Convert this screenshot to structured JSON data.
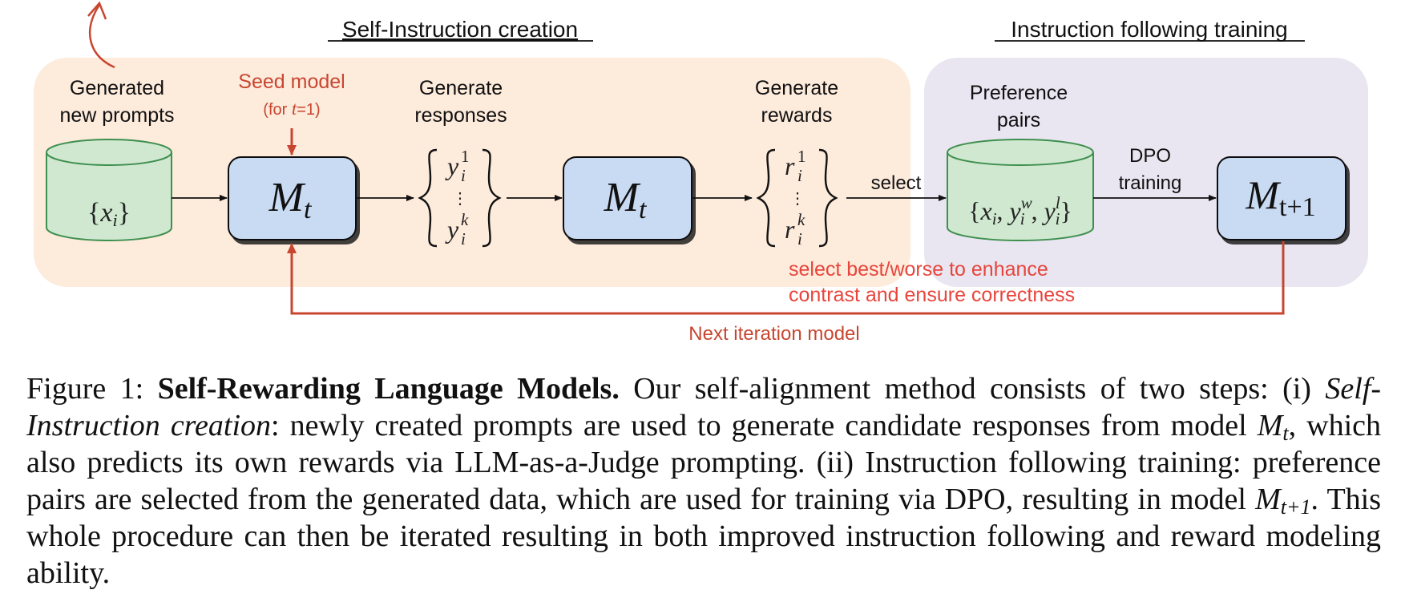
{
  "sections": {
    "left_title": "Self-Instruction creation",
    "right_title": "Instruction following training"
  },
  "labels": {
    "generated_line1": "Generated",
    "generated_line2": "new prompts",
    "seed_line1": "Seed model",
    "seed_prefix": "(for ",
    "seed_t": "t",
    "seed_suffix": "=1)",
    "gen_resp_line1": "Generate",
    "gen_resp_line2": "responses",
    "gen_rew_line1": "Generate",
    "gen_rew_line2": "rewards",
    "pref_line1": "Preference",
    "pref_line2": "pairs",
    "select": "select",
    "dpo_line1": "DPO",
    "dpo_line2": "training",
    "select_note_line1": "select best/worse to enhance",
    "select_note_line2": "contrast and ensure correctness",
    "next_iteration": "Next iteration model"
  },
  "math": {
    "x": "x",
    "i": "i",
    "M": "M",
    "t": "t",
    "t_plus_1": "t+1",
    "y": "y",
    "r": "r",
    "sup_1": "1",
    "sup_k": "k",
    "sup_w": "w",
    "sup_l": "l",
    "vdots": "⋮"
  },
  "caption": {
    "fig_label": "Figure 1:",
    "bold_title": "Self-Rewarding Language Models.",
    "text1": " Our self-alignment method consists of two steps: (i) ",
    "italic1": "Self-Instruction creation",
    "text2": ": newly created prompts are used to generate candidate responses from model ",
    "m1": "M",
    "m1_sub": "t",
    "text3": ", which also predicts its own rewards via LLM-as-a-Judge prompting. (ii) Instruction following training: preference pairs are selected from the generated data, which are used for training via DPO, resulting in model ",
    "m2": "M",
    "m2_sub": "t+1",
    "text4": ". This whole procedure can then be iterated resulting in both improved instruction following and reward modeling ability."
  },
  "colors": {
    "left_panel": "#fdebdc",
    "right_panel": "#e9e6f1",
    "cylinder": "#cfe8cf",
    "cylinder_stroke": "#3f8f4f",
    "model_box": "#c9daf3",
    "accent_red": "#c84630",
    "note_red": "#e8453c"
  }
}
